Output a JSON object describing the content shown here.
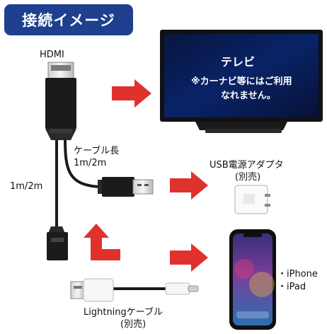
{
  "header": {
    "title": "接続イメージ"
  },
  "cable": {
    "hdmi_label": "HDMI",
    "length_label_line1": "ケーブル長",
    "length_label_line2": "1m/2m",
    "side_length_label": "1m/2m",
    "lightning_label": "Lightningケーブル",
    "lightning_note": "(別売)"
  },
  "tv": {
    "title": "テレビ",
    "note_line1": "※カーナビ等にはご利用",
    "note_line2": "なれません。"
  },
  "adapter": {
    "label": "USB電源アダプタ",
    "note": "(別売)"
  },
  "devices": {
    "items": [
      "・iPhone",
      "・iPad"
    ]
  },
  "colors": {
    "header_bg": "#1f3f8f",
    "arrow_red": "#e0322d",
    "cable_black": "#1a1a1a"
  },
  "icons": [
    "hdmi-plug-icon",
    "usb-plug-icon",
    "lightning-plug-icon",
    "tv-icon",
    "power-adapter-icon",
    "iphone-icon",
    "red-arrow-icon"
  ]
}
